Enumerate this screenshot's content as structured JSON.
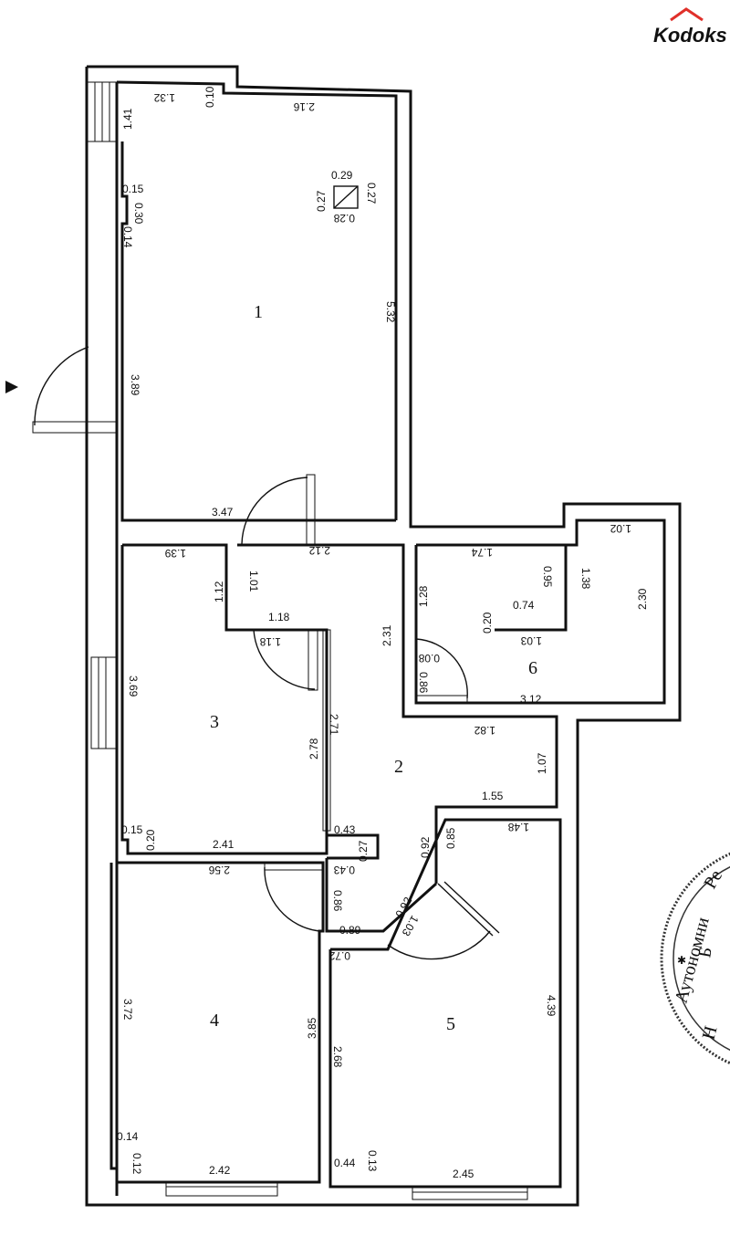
{
  "logo": {
    "text": "Kodoks",
    "color": "#e0302a"
  },
  "stamp": {
    "lines": [
      "Ре",
      "Аутономни",
      "Б",
      "Н"
    ]
  },
  "rooms": [
    {
      "label": "1"
    },
    {
      "label": "2"
    },
    {
      "label": "3"
    },
    {
      "label": "4"
    },
    {
      "label": "5"
    },
    {
      "label": "6"
    }
  ],
  "dims": {
    "d1_132": "1.32",
    "d1_010": "0.10",
    "d1_216": "2.16",
    "d1_141": "1.41",
    "d1_015": "0.15",
    "d1_030": "0.30",
    "d1_014": "0.14",
    "d1_029": "0.29",
    "d1_027a": "0.27",
    "d1_027b": "0.27",
    "d1_028": "0.28",
    "d1_532": "5.32",
    "d1_389": "3.89",
    "d1_347": "3.47",
    "d2_212": "2.12",
    "d2_101": "1.01",
    "d2_118": "1.18",
    "d2_231": "2.31",
    "d2_271": "2.71",
    "d2_182": "1.82",
    "d2_107": "1.07",
    "d2_155": "1.55",
    "d2_043a": "0.43",
    "d2_027": "0.27",
    "d2_092a": "0.92",
    "d2_043b": "0.43",
    "d2_089": "0.89",
    "d2_092b": "0.92",
    "d2_103": "1.03",
    "d2_072": "0.72",
    "d3_139": "1.39",
    "d3_112": "1.12",
    "d3_118": "1.18",
    "d3_369": "3.69",
    "d3_278": "2.78",
    "d3_015": "0.15",
    "d3_020": "0.20",
    "d3_241": "2.41",
    "d4_256": "2.56",
    "d4_086": "0.86",
    "d4_372": "3.72",
    "d4_385": "3.85",
    "d4_014": "0.14",
    "d4_012": "0.12",
    "d4_242": "2.42",
    "d5_148": "1.48",
    "d5_085": "0.85",
    "d5_439": "4.39",
    "d5_268": "2.68",
    "d5_044": "0.44",
    "d5_013": "0.13",
    "d5_245": "2.45",
    "d6_174": "1.74",
    "d6_095": "0.95",
    "d6_102": "1.02",
    "d6_138": "1.38",
    "d6_128": "1.28",
    "d6_074": "0.74",
    "d6_020": "0.20",
    "d6_103": "1.03",
    "d6_230": "2.30",
    "d6_008": "0.08",
    "d6_086": "0.86",
    "d6_312": "3.12"
  }
}
